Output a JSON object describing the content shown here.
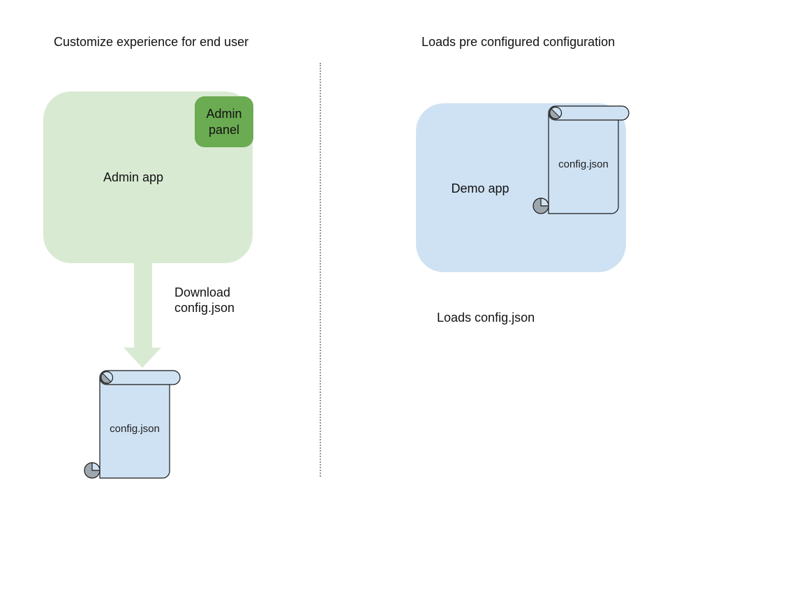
{
  "left_panel": {
    "title": "Customize experience for end user",
    "admin_app_label": "Admin app",
    "admin_panel_line1": "Admin",
    "admin_panel_line2": "panel",
    "arrow_label_line1": "Download",
    "arrow_label_line2": "config.json",
    "file_label": "config.json"
  },
  "right_panel": {
    "title": "Loads pre configured configuration",
    "demo_app_label": "Demo app",
    "file_label": "config.json",
    "caption": "Loads config.json"
  },
  "colors": {
    "admin_app_fill": "#d9ead3",
    "admin_panel_fill": "#6bab52",
    "demo_app_fill": "#cfe2f3",
    "scroll_fill": "#cfe2f3",
    "scroll_curl_gray": "#9fa7ae",
    "arrow_fill": "#d9ead3",
    "outline": "#1a1a1a",
    "divider": "#949494",
    "text": "#121212"
  }
}
